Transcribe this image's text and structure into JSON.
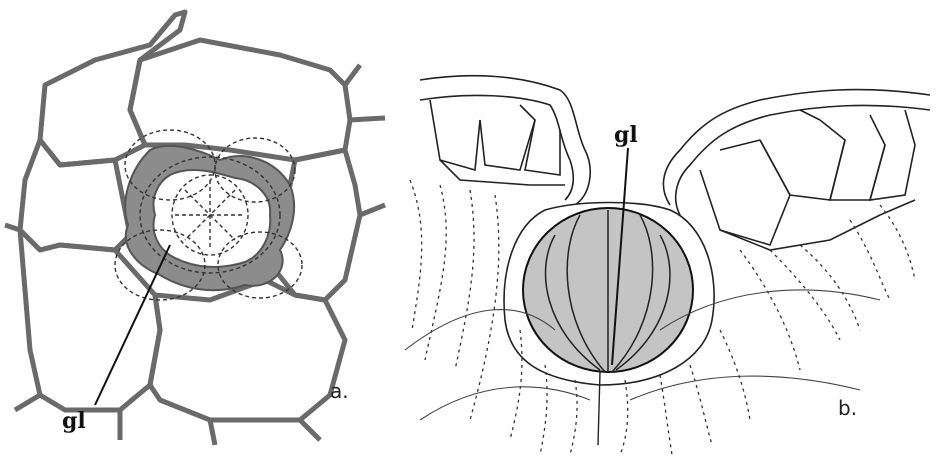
{
  "panels": [
    {
      "id": "a",
      "label": "a.",
      "pointer_label": "gl"
    },
    {
      "id": "b",
      "label": "b.",
      "pointer_label": "gl"
    }
  ],
  "colors": {
    "wall_dark": "#555555",
    "wall_fill": "#9a9a9a",
    "gland_fill": "#bdbdbd",
    "ink": "#1a1a1a"
  }
}
